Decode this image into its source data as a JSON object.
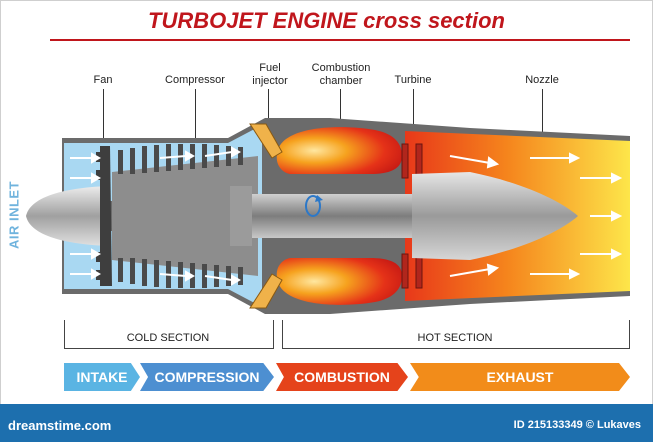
{
  "title": "TURBOJET ENGINE cross section",
  "labels": {
    "fan": "Fan",
    "compressor": "Compressor",
    "fuel_injector_1": "Fuel",
    "fuel_injector_2": "injector",
    "combustion_chamber_1": "Combustion",
    "combustion_chamber_2": "chamber",
    "turbine": "Turbine",
    "nozzle": "Nozzle",
    "air_inlet": "AIR INLET"
  },
  "sections": {
    "cold": "COLD SECTION",
    "hot": "HOT SECTION"
  },
  "stages": {
    "intake": "INTAKE",
    "compression": "COMPRESSION",
    "combustion": "COMBUSTION",
    "exhaust": "EXHAUST"
  },
  "footer": {
    "site": "dreamstime.com",
    "id": "ID 215133349 © Lukaves"
  },
  "colors": {
    "title": "#c0161c",
    "intake": "#5ab4e3",
    "compression": "#4d8fd1",
    "combustion": "#e5431b",
    "exhaust": "#f28c1a",
    "casing": "#6b6b6b",
    "footer": "#1d6fae"
  }
}
